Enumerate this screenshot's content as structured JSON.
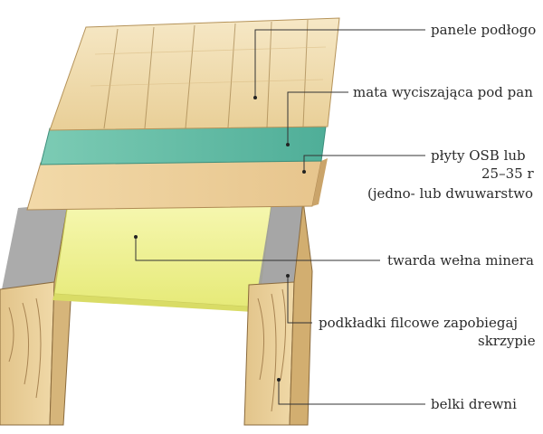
{
  "labels": {
    "panels": "panele podłogo",
    "mat": "mata wyciszająca pod pan",
    "osb_line1": "płyty OSB lub",
    "osb_line2": "25–35 r",
    "osb_line3": "(jedno- lub dwuwarstwo",
    "wool": "twarda wełna minera",
    "felt_line1": "podkładki filcowe zapobiegaj",
    "felt_line2": "skrzypie",
    "beams": "belki drewni"
  },
  "colors": {
    "wood": "#e8cf9a",
    "wood_dark": "#c9a56a",
    "mat": "#5fb8a3",
    "wool": "#eef08a",
    "felt": "#a3a3a3",
    "leader": "#333333"
  }
}
